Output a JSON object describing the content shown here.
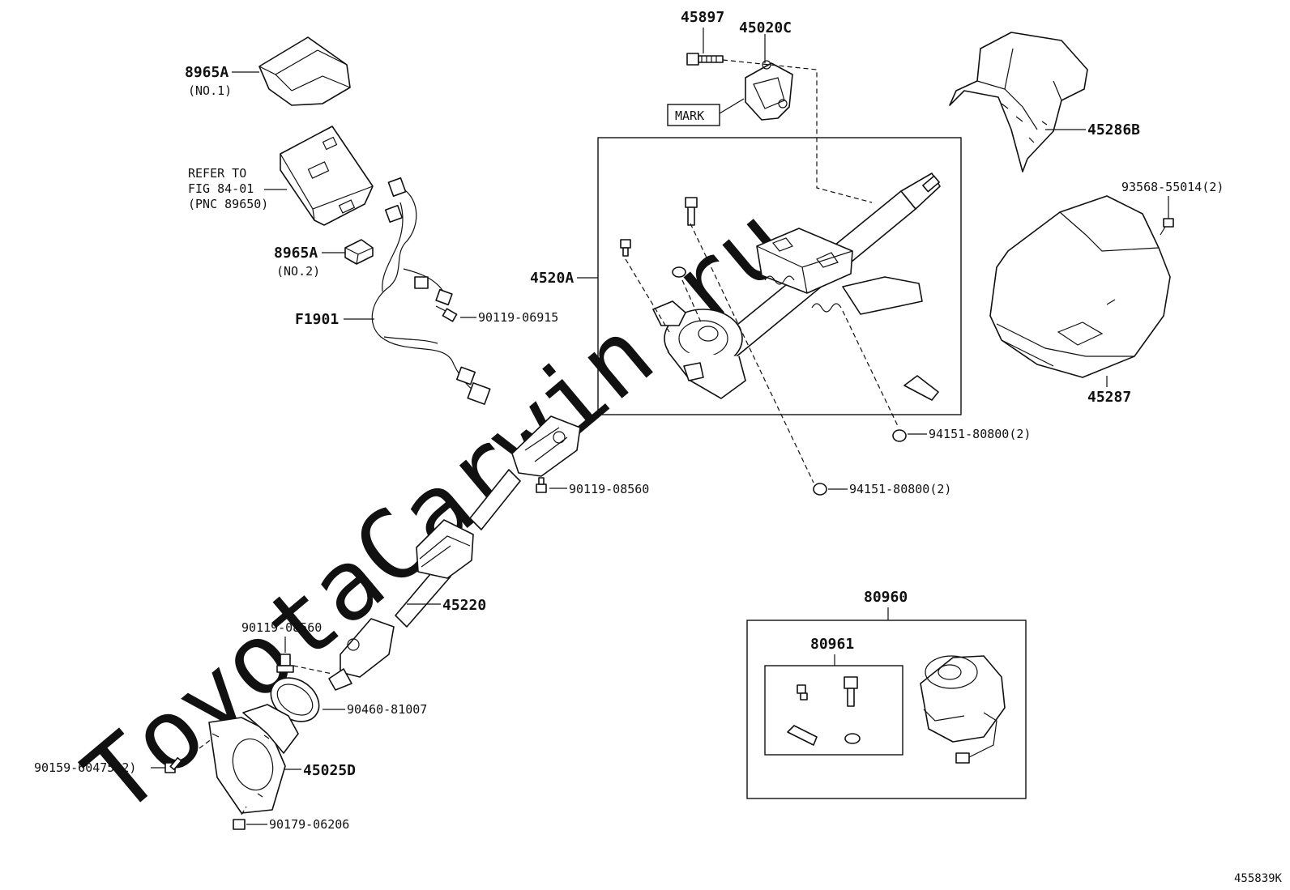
{
  "watermark": "ToyotaCarwin.ru",
  "reference_code": "455839K",
  "labels": {
    "p45897": "45897",
    "p45020c": "45020C",
    "mark": "MARK",
    "p45286b": "45286B",
    "p93568": "93568-55014(2)",
    "p45287": "45287",
    "p8965a_1": "8965A",
    "no1": "(NO.1)",
    "refer1": "REFER TO",
    "refer2": "FIG 84-01",
    "refer3": "(PNC 89650)",
    "p8965a_2": "8965A",
    "no2": "(NO.2)",
    "f1901": "F1901",
    "p90119_06915": "90119-06915",
    "p4520a": "4520A",
    "p94151_a": "94151-80800(2)",
    "p94151_b": "94151-80800(2)",
    "p90119_08560_a": "90119-08560",
    "p45220": "45220",
    "p90119_08560_b": "90119-08560",
    "p90460": "90460-81007",
    "p90159": "90159-60475(2)",
    "p45025d": "45025D",
    "p90179": "90179-06206",
    "p80960": "80960",
    "p80961": "80961"
  }
}
